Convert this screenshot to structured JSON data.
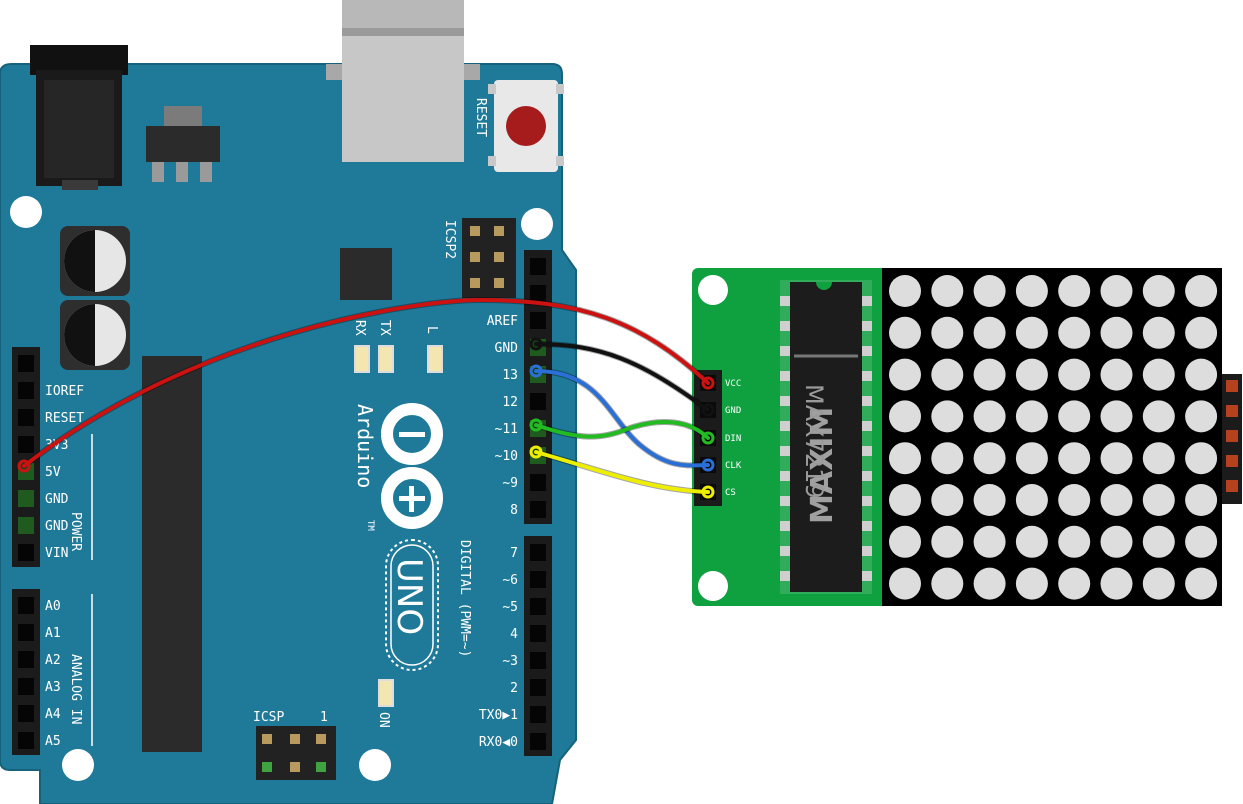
{
  "arduino": {
    "reset": "RESET",
    "icsp2": "ICSP2",
    "icsp": "ICSP",
    "icsp_pin1": "1",
    "tx": "TX",
    "rx": "RX",
    "l": "L",
    "on": "ON",
    "brand": "Arduino",
    "tm": "TM",
    "model": "UNO",
    "digital_label": "DIGITAL (PWM=~)",
    "power_label": "POWER",
    "analog_label": "ANALOG IN",
    "digital_pins": [
      "AREF",
      "GND",
      "13",
      "12",
      "~11",
      "~10",
      "~9",
      "8",
      "7",
      "~6",
      "~5",
      "4",
      "~3",
      "2",
      "TX0▶1",
      "RX0◀0"
    ],
    "power_pins": [
      "IOREF",
      "RESET",
      "3V3",
      "5V",
      "GND",
      "GND",
      "VIN"
    ],
    "analog_pins": [
      "A0",
      "A1",
      "A2",
      "A3",
      "A4",
      "A5"
    ]
  },
  "module": {
    "pins": [
      "VCC",
      "GND",
      "DIN",
      "CLK",
      "CS"
    ],
    "chip_brand": "MAXIM",
    "chip_model": "MAX7219",
    "matrix_rows": 8,
    "matrix_cols": 8
  },
  "wires": [
    {
      "from": "5V",
      "to": "VCC",
      "color": "#cc1111"
    },
    {
      "from": "GND",
      "to": "GND",
      "color": "#111111"
    },
    {
      "from": "13",
      "to": "CLK",
      "color": "#2a6fd6"
    },
    {
      "from": "~11",
      "to": "DIN",
      "color": "#22bb22"
    },
    {
      "from": "~10",
      "to": "CS",
      "color": "#eeee00"
    }
  ],
  "colors": {
    "board": "#1f7a99",
    "module_pcb": "#0fa040",
    "matrix_bg": "#000000",
    "led_off": "#dddddd"
  }
}
